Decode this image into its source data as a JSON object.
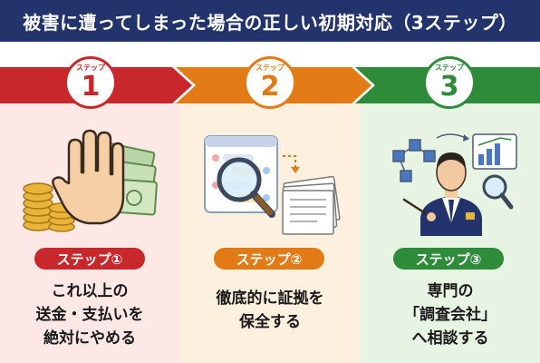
{
  "header": {
    "title": "被害に遭ってしまった場合の正しい初期対応（3ステップ）"
  },
  "colors": {
    "step1": "#c8282b",
    "step2": "#e27b16",
    "step3": "#2e8b3a",
    "header_bg": "#22346b"
  },
  "steps": [
    {
      "badge_label": "ステップ",
      "number": "1",
      "pill": "ステップ①",
      "lines": [
        "これ以上の",
        "送金・支払いを",
        "絶対にやめる"
      ],
      "icon": "stop-hand-money-icon"
    },
    {
      "badge_label": "ステップ",
      "number": "2",
      "pill": "ステップ②",
      "lines": [
        "徹底的に証拠を",
        "保全する"
      ],
      "icon": "magnifier-evidence-icon"
    },
    {
      "badge_label": "ステップ",
      "number": "3",
      "pill": "ステップ③",
      "lines": [
        "専門の",
        "「調査会社」",
        "へ相談する"
      ],
      "icon": "investigator-icon"
    }
  ]
}
